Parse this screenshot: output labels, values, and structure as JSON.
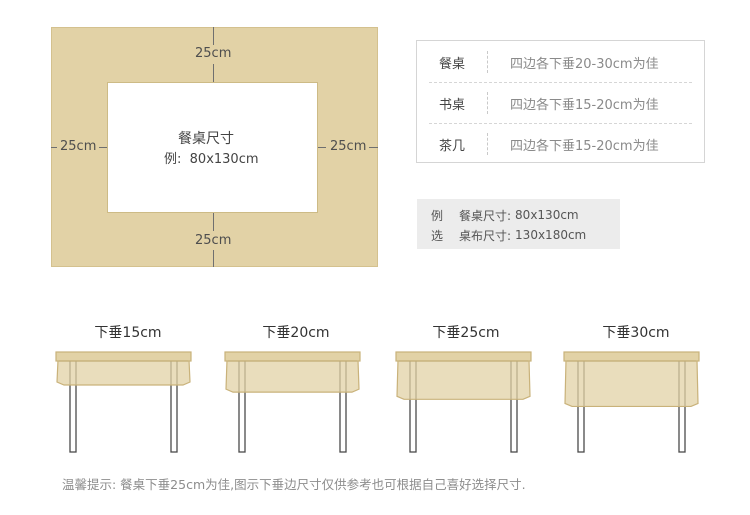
{
  "diagram": {
    "top_margin": "25cm",
    "bottom_margin": "25cm",
    "left_margin": "25cm",
    "right_margin": "25cm",
    "center_title": "餐桌尺寸",
    "center_example_prefix": "例:",
    "center_example_value": "80x130cm"
  },
  "info_table": [
    {
      "name": "餐桌",
      "value": "四边各下垂20-30cm为佳"
    },
    {
      "name": "书桌",
      "value": "四边各下垂15-20cm为佳"
    },
    {
      "name": "茶几",
      "value": "四边各下垂15-20cm为佳"
    }
  ],
  "example": {
    "line1_key": "例",
    "line1_label": "餐桌尺寸:",
    "line1_value": "80x130cm",
    "line2_key": "选",
    "line2_label": "桌布尺寸:",
    "line2_value": "130x180cm"
  },
  "drops": [
    {
      "label": "下垂15cm",
      "drop_cm": 15
    },
    {
      "label": "下垂20cm",
      "drop_cm": 20
    },
    {
      "label": "下垂25cm",
      "drop_cm": 25
    },
    {
      "label": "下垂30cm",
      "drop_cm": 30
    }
  ],
  "colors": {
    "cloth": "#e2d2a6",
    "cloth_edge": "#c9b27a",
    "leg": "#4a4a4a"
  },
  "footnote": "温馨提示: 餐桌下垂25cm为佳,图示下垂边尺寸仅供参考也可根据自己喜好选择尺寸."
}
